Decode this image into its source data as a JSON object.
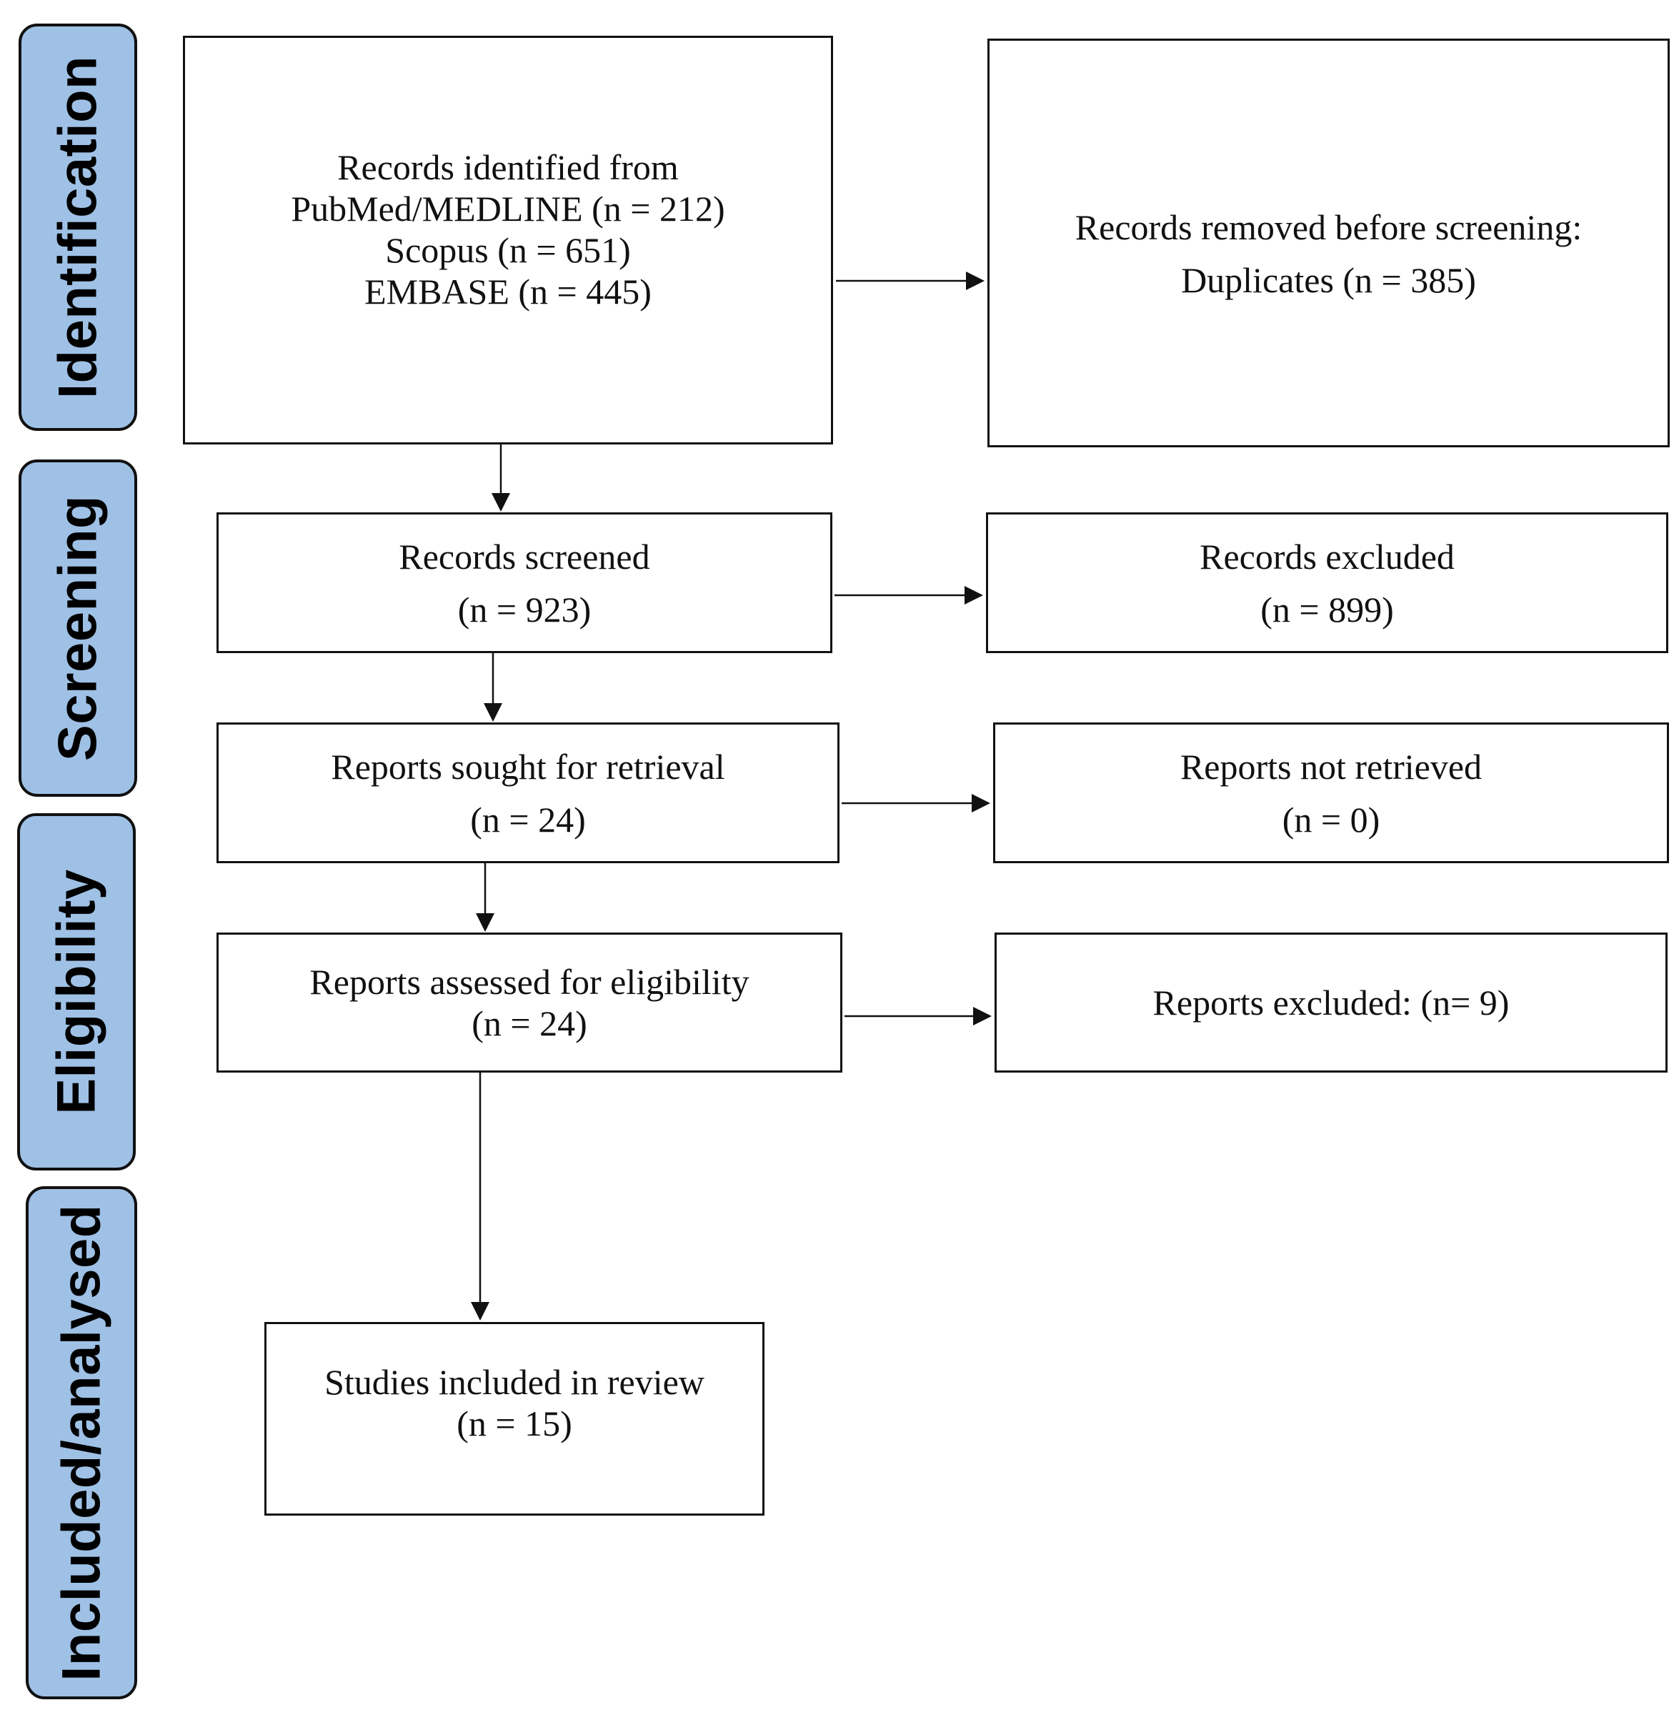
{
  "stages": {
    "identification": "Identification",
    "screening": "Screening",
    "eligibility": "Eligibility",
    "included": "Included/analysed"
  },
  "boxes": {
    "records_identified": {
      "lines": [
        "Records identified from",
        "PubMed/MEDLINE (n = 212)",
        "Scopus (n = 651)",
        "EMBASE (n = 445)"
      ]
    },
    "records_removed": {
      "lines": [
        "Records removed before screening:",
        "Duplicates (n = 385)"
      ]
    },
    "records_screened": {
      "lines": [
        "Records screened",
        "(n = 923)"
      ]
    },
    "records_excluded": {
      "lines": [
        "Records excluded",
        "(n = 899)"
      ]
    },
    "reports_sought": {
      "lines": [
        "Reports sought for retrieval",
        "(n = 24)"
      ]
    },
    "reports_not_retrieved": {
      "lines": [
        "Reports not retrieved",
        "(n = 0)"
      ]
    },
    "reports_assessed": {
      "lines": [
        "Reports assessed for eligibility",
        "(n = 24)"
      ]
    },
    "reports_excluded": {
      "lines": [
        "Reports excluded: (n= 9)"
      ]
    },
    "studies_included": {
      "lines": [
        "Studies included in review",
        "(n = 15)"
      ]
    }
  },
  "colors": {
    "stage_fill": "#9fc1e6",
    "stroke": "#111111"
  }
}
